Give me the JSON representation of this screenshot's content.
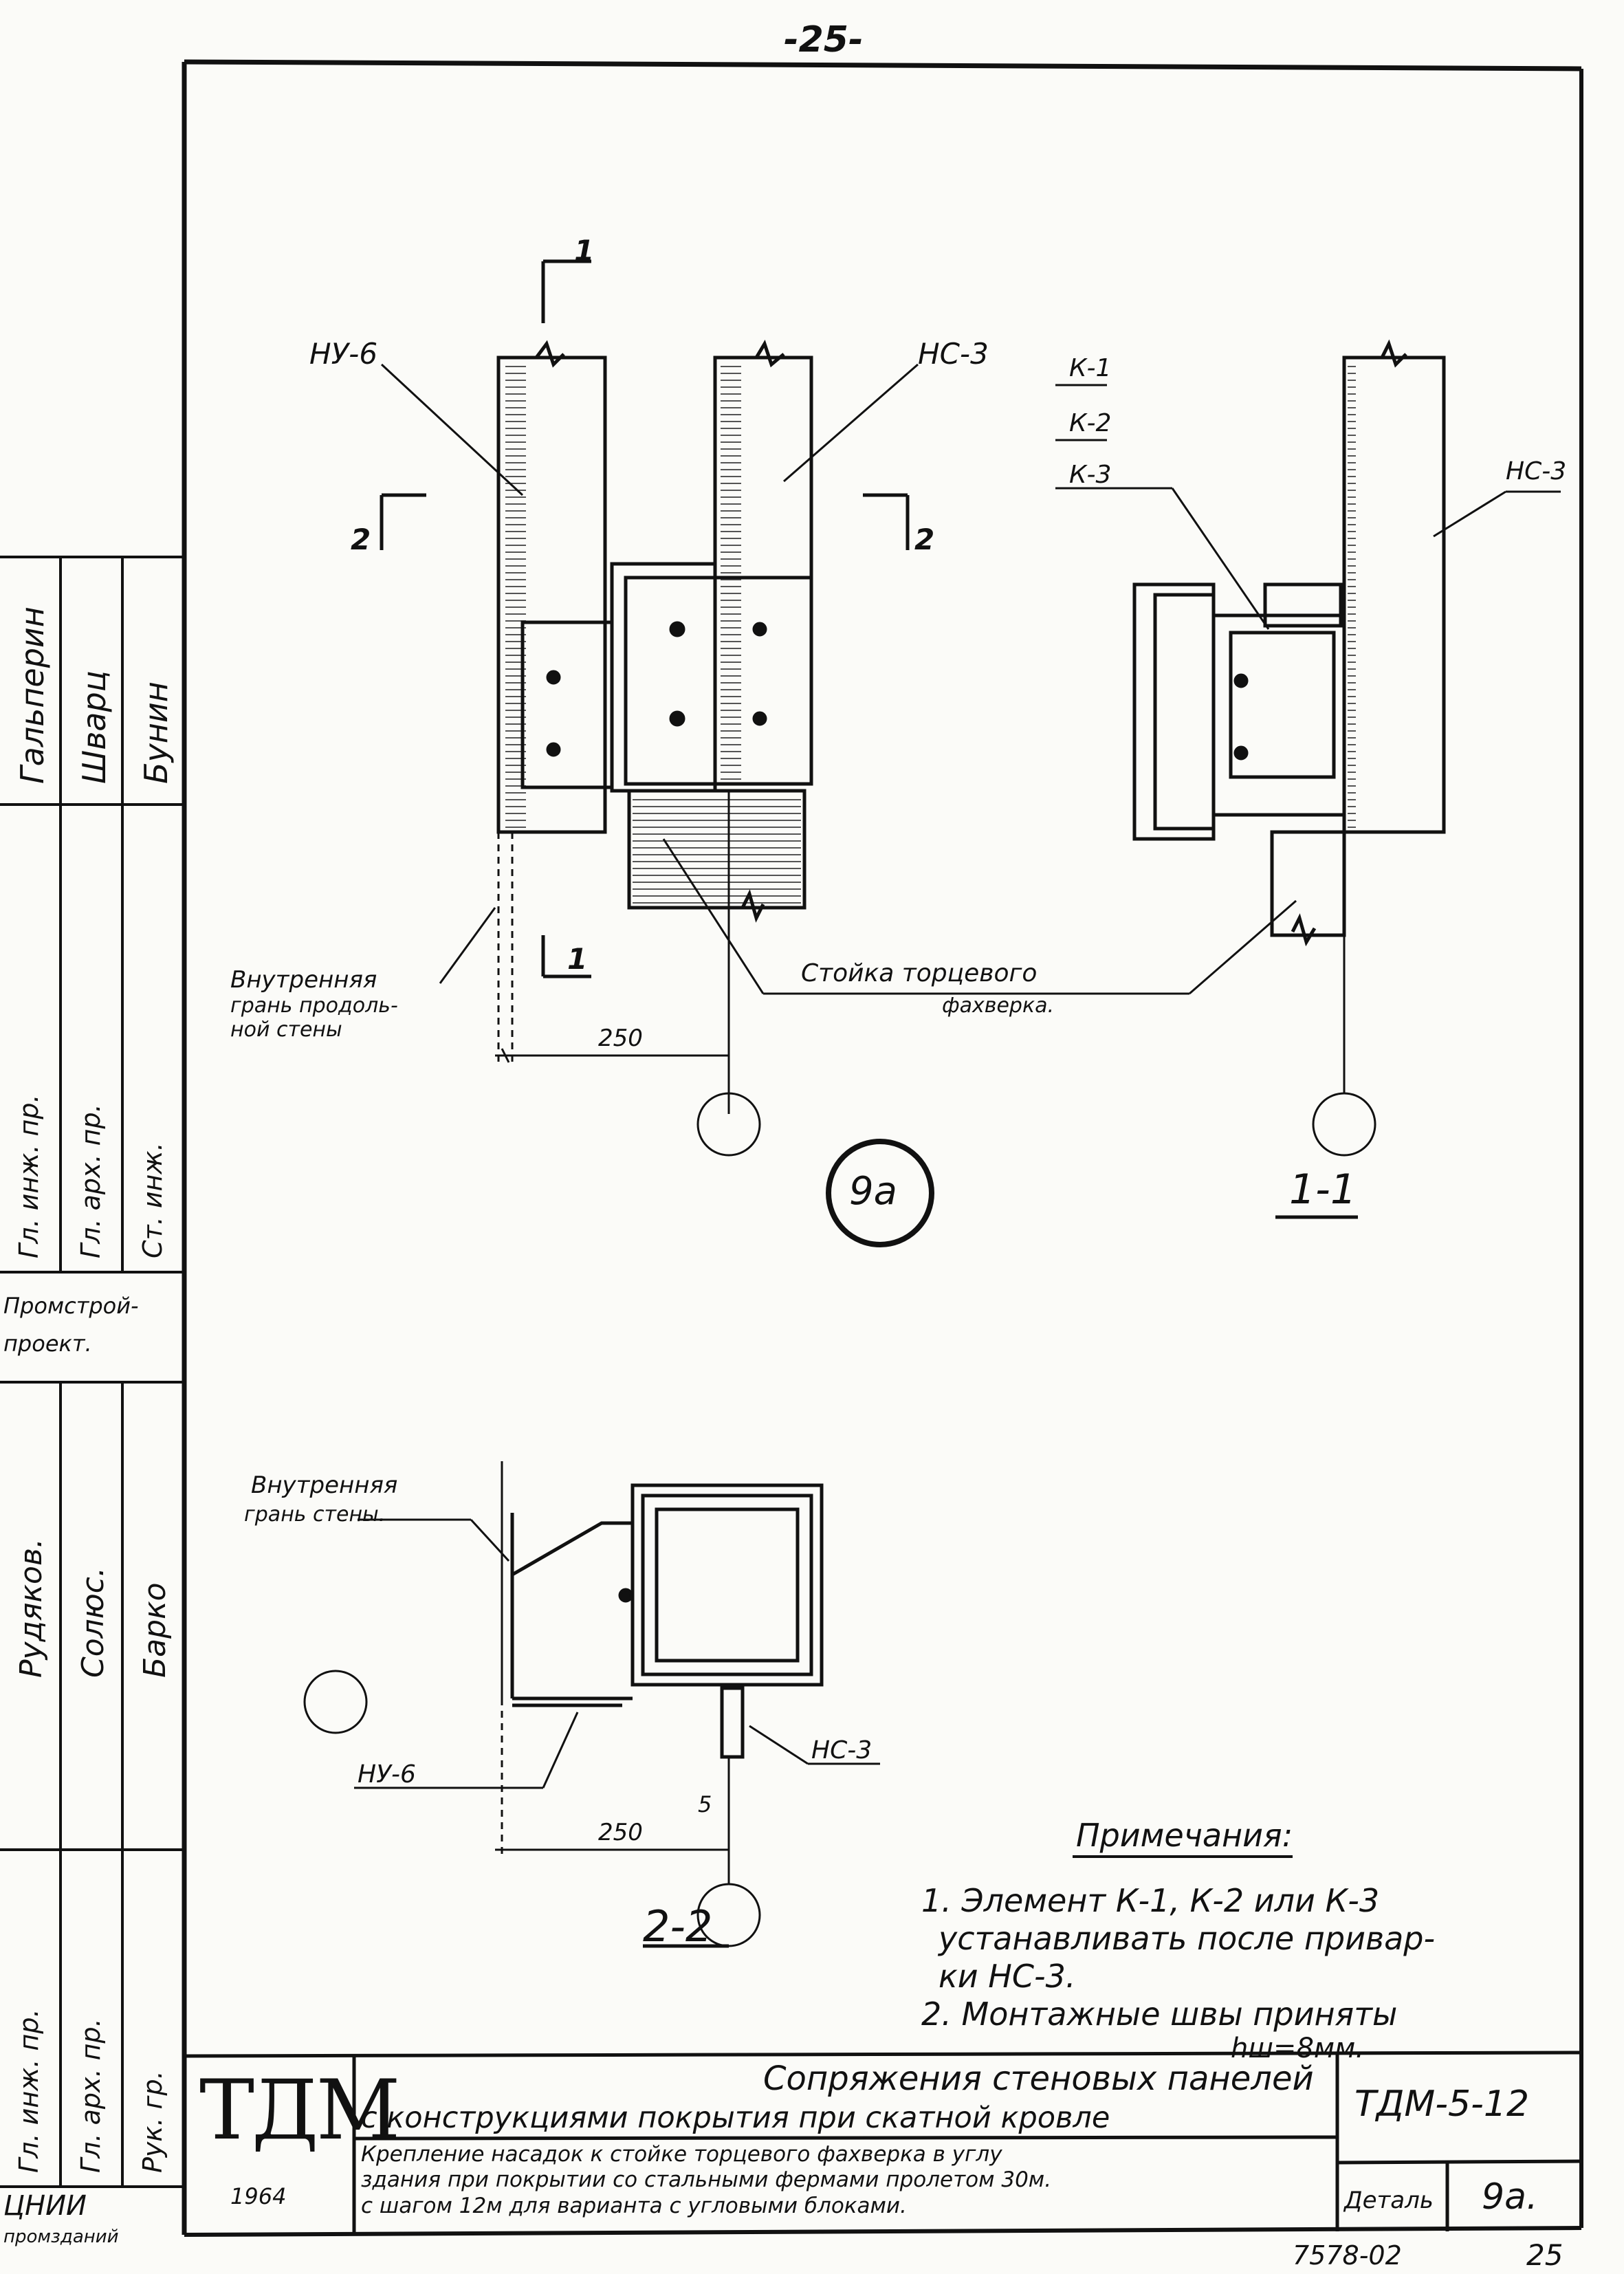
{
  "page_number_top": "-25-",
  "sheet_code": "ТДМ-5-12",
  "logo_text": "ТДМ",
  "year": "1964",
  "detail_label": "Деталь",
  "detail_value": "9а.",
  "bottom_code": "7578-02",
  "bottom_page": "25",
  "title": {
    "line1": "Сопряжения стеновых панелей",
    "line2": "с конструкциями покрытия при скатной кровле",
    "desc1": "Крепление насадок к стойке торцевого фахверка в углу",
    "desc2": "здания при покрытии со стальными фермами пролетом 30м.",
    "desc3": "с шагом 12м для варианта с угловыми блоками."
  },
  "drawing": {
    "label_nu6": "НУ-6",
    "label_ns3": "НС-3",
    "label_k1": "К-1",
    "label_k2": "К-2",
    "label_k3": "К-3",
    "label_ns3_right": "НС-3",
    "section1_mark": "1",
    "section2_mark": "2",
    "inner_face_long_wall_1": "Внутренняя",
    "inner_face_long_wall_2": "грань продоль-",
    "inner_face_long_wall_3": "ной стены",
    "end_post_1": "Стойка торцевого",
    "end_post_2": "фахверка.",
    "dim_250_top": "250",
    "detail_circle": "9а",
    "view_1_1": "1-1",
    "inner_face_wall_1": "Внутренняя",
    "inner_face_wall_2": "грань стены.",
    "label_nu6_bottom": "НУ-6",
    "label_ns3_bottom": "НС-3",
    "dim_5": "5",
    "dim_250_bottom": "250",
    "view_2_2": "2-2"
  },
  "notes": {
    "heading": "Примечания:",
    "n1a": "1. Элемент К-1, К-2 или К-3",
    "n1b": "устанавливать после привар-",
    "n1c": "ки НС-3.",
    "n2a": "2. Монтажные швы приняты",
    "n2b": "hш=8мм."
  },
  "left_stamp": {
    "names_top": [
      "Гальперин",
      "Шварц",
      "Бунин"
    ],
    "roles_top": [
      "Гл. инж. пр.",
      "Гл. арх. пр.",
      "Ст. инж."
    ],
    "org_top": [
      "Промстрой-",
      "проект."
    ],
    "names_bottom": [
      "Солюс.",
      "Барко",
      "Рудяков."
    ],
    "roles_bottom": [
      "Гл. инж. пр.",
      "Гл. арх. пр.",
      "Рук. гр."
    ],
    "org_bottom": [
      "ЦНИИ",
      "промзданий"
    ]
  }
}
